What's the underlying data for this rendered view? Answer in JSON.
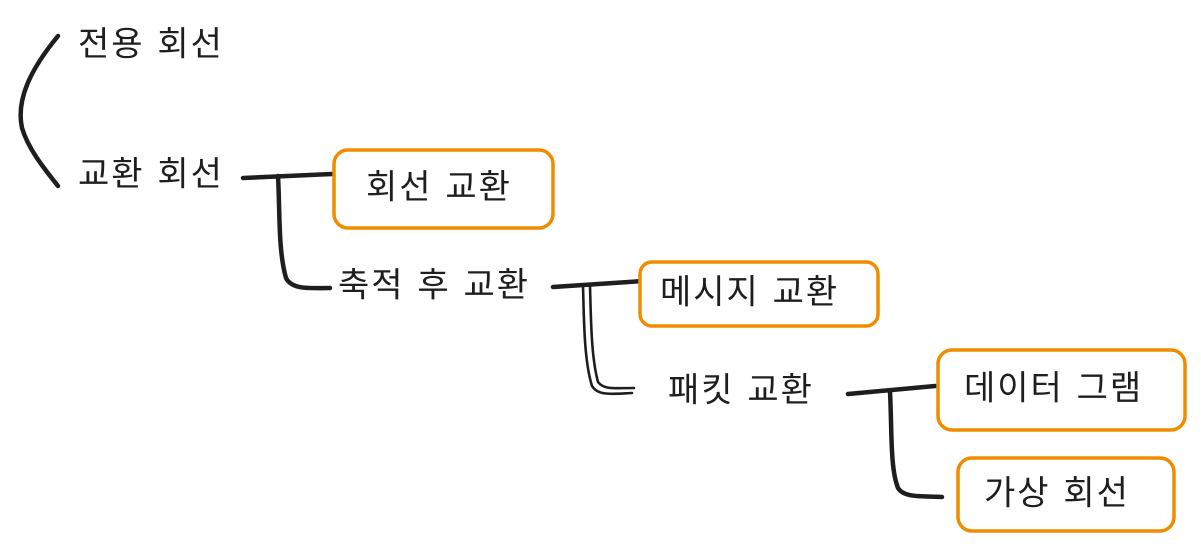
{
  "root": {
    "dedicated_line": "전용 회선",
    "switched_line": "교환 회선"
  },
  "switched_children": {
    "circuit_switching": "회선 교환",
    "store_and_forward": "축적 후 교환"
  },
  "store_forward_children": {
    "message_switching": "메시지 교환",
    "packet_switching": "패킷 교환"
  },
  "packet_children": {
    "datagram": "데이터 그램",
    "virtual_circuit": "가상 회선"
  },
  "colors": {
    "ink": "#1e1e1e",
    "box_stroke": "#f08c00",
    "background": "#ffffff"
  }
}
